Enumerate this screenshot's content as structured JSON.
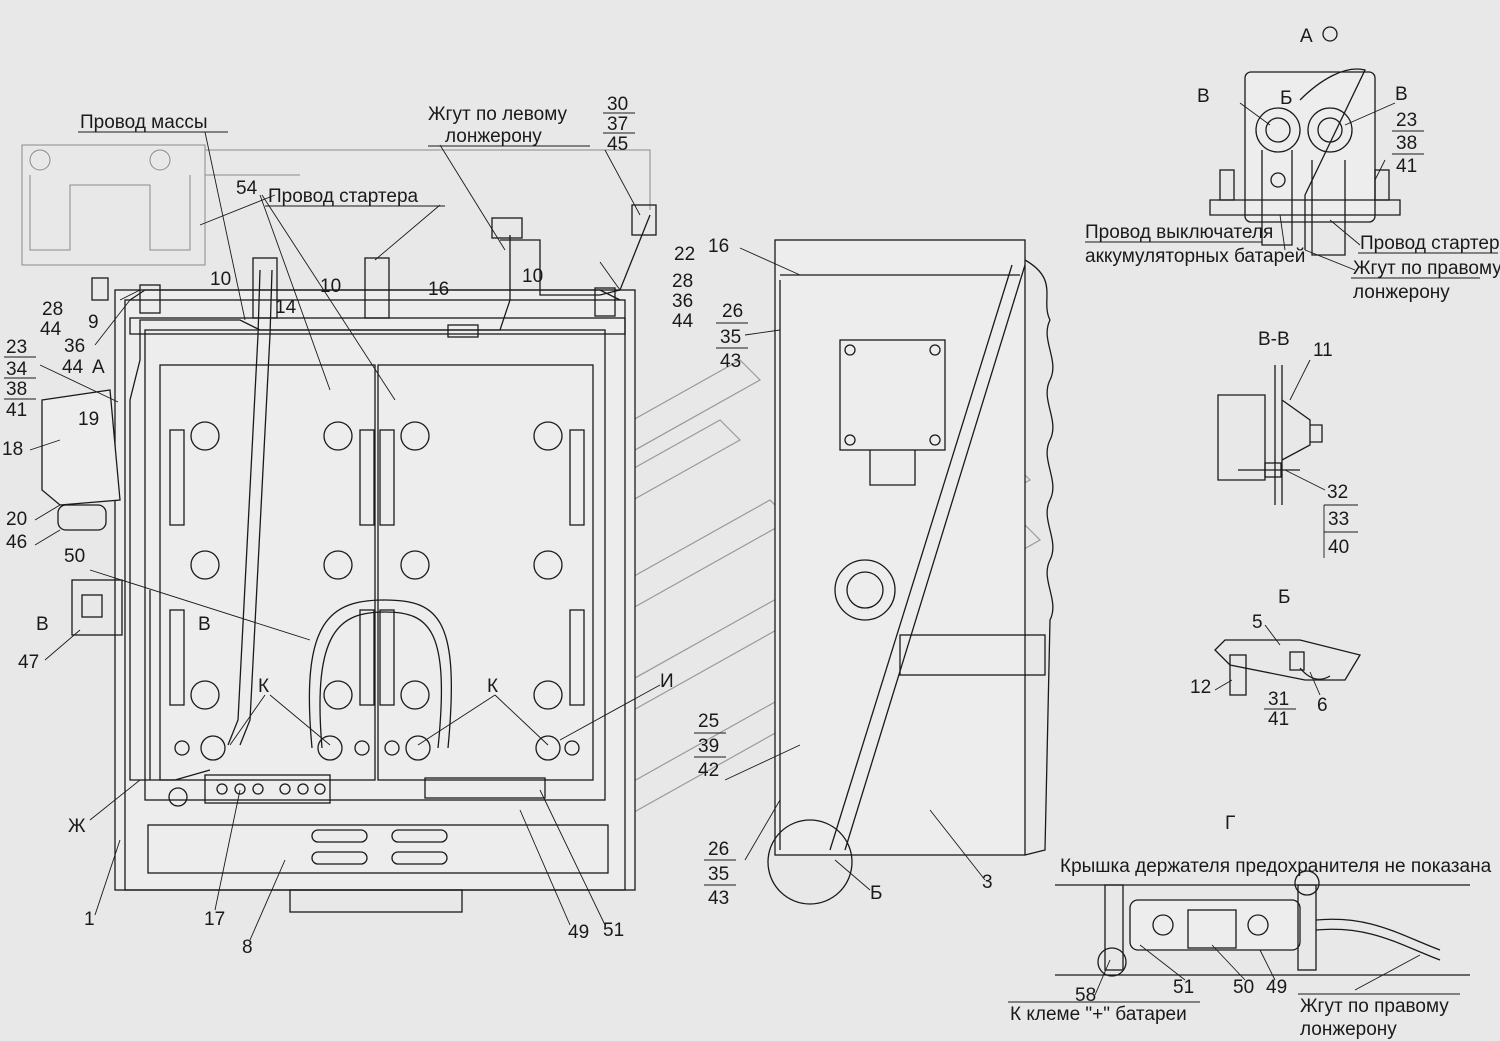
{
  "labels": {
    "mass_wire": "Провод массы",
    "left_harness_1": "Жгут по левому",
    "left_harness_2": "лонжерону",
    "starter_wire_main": "Провод стартера",
    "view_a": "А",
    "view_b_top_left": "В",
    "view_b_top_mid": "Б",
    "view_b_top_right": "В",
    "switch_wire_1": "Провод выключателя",
    "switch_wire_2": "аккумуляторных батарей",
    "starter_wire_right": "Провод стартера",
    "right_harness_1": "Жгут по правому",
    "right_harness_2": "лонжерону",
    "section_vv": "В-В",
    "section_b": "Б",
    "section_g": "Г",
    "cover_note": "Крышка держателя предохранителя не показана",
    "to_terminal": "К клеме \"+\" батареи",
    "right_harness_bottom_1": "Жгут по правому",
    "right_harness_bottom_2": "лонжерону",
    "k_left": "К",
    "k_right": "К",
    "i_mark": "И",
    "zh_mark": "Ж",
    "b_bottom": "Б",
    "v_left": "В",
    "v_right": "В",
    "a_small": "А"
  },
  "numbers": {
    "n30": "30",
    "n37": "37",
    "n45": "45",
    "n54": "54",
    "n22": "22",
    "n28a": "28",
    "n36a": "36",
    "n44a": "44",
    "n10a": "10",
    "n10b": "10",
    "n10c": "10",
    "n14": "14",
    "n16a": "16",
    "n28b": "28",
    "n44b": "44",
    "n9": "9",
    "n36b": "36",
    "n44c": "44",
    "n23a": "23",
    "n34": "34",
    "n38a": "38",
    "n41a": "41",
    "n19": "19",
    "n18": "18",
    "n20": "20",
    "n46": "46",
    "n50a": "50",
    "n47": "47",
    "n1": "1",
    "n17": "17",
    "n8": "8",
    "n49a": "49",
    "n51a": "51",
    "n16b": "16",
    "n26a": "26",
    "n35a": "35",
    "n43a": "43",
    "n25": "25",
    "n39": "39",
    "n42": "42",
    "n26b": "26",
    "n35b": "35",
    "n43b": "43",
    "n3": "3",
    "n23b": "23",
    "n38b": "38",
    "n41b": "41",
    "n11": "11",
    "n32": "32",
    "n33": "33",
    "n40": "40",
    "n5": "5",
    "n12": "12",
    "n31": "31",
    "n41c": "41",
    "n6": "6",
    "n58": "58",
    "n51b": "51",
    "n50b": "50",
    "n49b": "49"
  }
}
